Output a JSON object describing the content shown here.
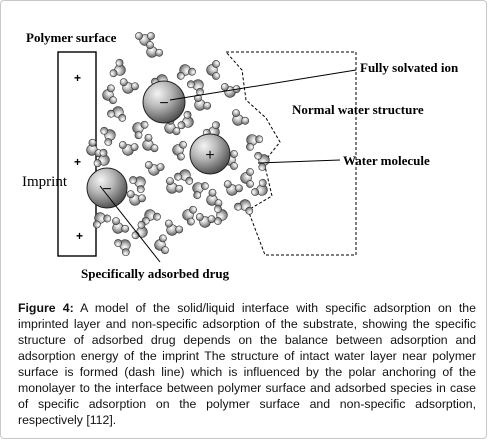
{
  "diagram": {
    "labels": {
      "polymer_surface": "Polymer surface",
      "fully_solvated_ion": "Fully solvated ion",
      "normal_water_structure": "Normal water structure",
      "water_molecule": "Water molecule",
      "imprint": "Imprint",
      "specifically_adsorbed_drug": "Specifically adsorbed drug"
    },
    "surface_charges": [
      "+",
      "+",
      "+"
    ],
    "ion_signs": [
      "−",
      "+",
      "−"
    ],
    "colors": {
      "ink": "#000000",
      "molecule_shade": "#5a5a5a",
      "ion_shade": "#3c3c3c"
    }
  },
  "caption": {
    "figure_label": "Figure 4:",
    "text": " A model of the solid/liquid interface with specific adsorption on the imprinted layer and non-specific adsorption of the substrate, showing the specific structure of adsorbed drug depends on the balance between adsorption and adsorption energy of the imprint  The structure of intact water layer near polymer surface is formed (dash line) which is influenced by the polar anchoring of the monolayer to the interface between polymer surface and adsorbed species in case of specific adsorption on the polymer surface and non-specific adsorption, respectively  [112]."
  }
}
